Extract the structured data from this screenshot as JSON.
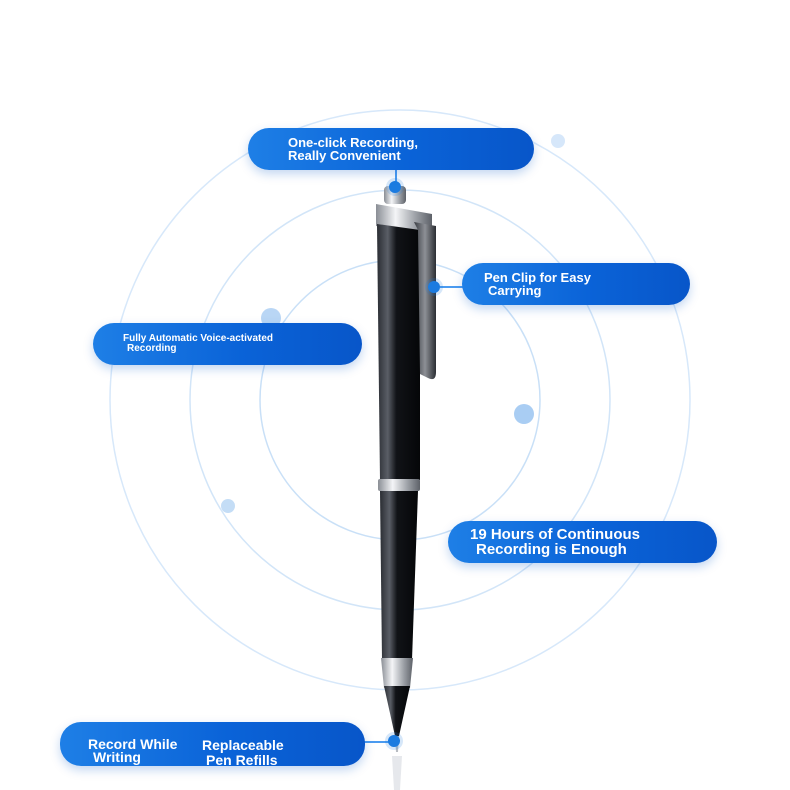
{
  "labels": {
    "one_click": [
      "One-click Recording,",
      "Really Convenient"
    ],
    "pen_clip": [
      "Pen Clip for Easy",
      "Carrying"
    ],
    "voice_activated": [
      "Fully Automatic Voice-activated",
      "Recording"
    ],
    "hours": [
      "19 Hours of Continuous",
      "Recording is Enough"
    ],
    "record_writing": [
      "Record While",
      "Writing"
    ],
    "refills": [
      "Replaceable",
      "Pen Refills"
    ]
  },
  "colors": {
    "pill": "#0a63d8",
    "ring": "#cfe3f8",
    "pen_body": "#0d0f14",
    "chrome": "#c9ccd1"
  }
}
